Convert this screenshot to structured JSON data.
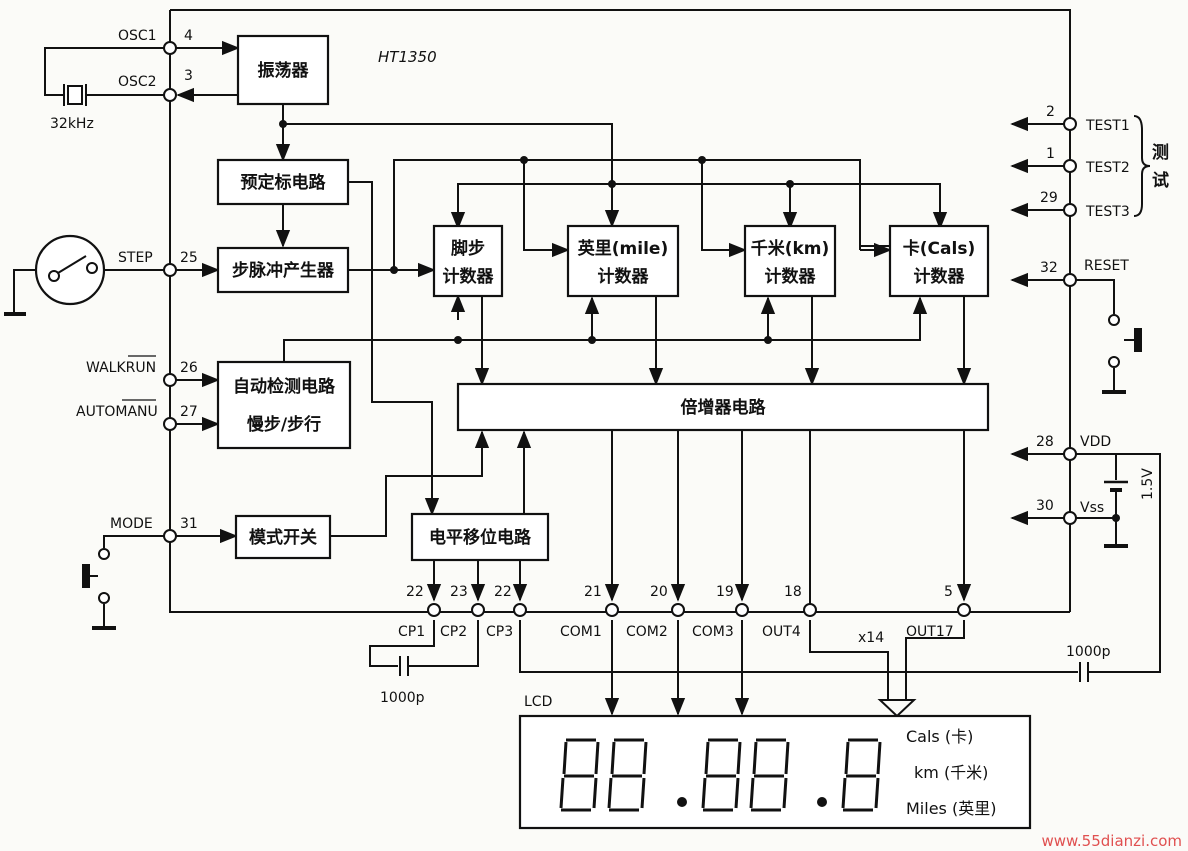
{
  "chip": "HT1350",
  "blocks": {
    "oscillator": "振荡器",
    "prescaler": "预定标电路",
    "step_pulse": "步脉冲产生器",
    "auto_detect_l1": "自动检测电路",
    "auto_detect_l2": "慢步/步行",
    "mode_switch": "模式开关",
    "level_shift": "电平移位电路",
    "multiplier": "倍增器电路",
    "step_counter_l1": "脚步",
    "step_counter_l2": "计数器",
    "mile_counter_l1": "英里(mile)",
    "mile_counter_l2": "计数器",
    "km_counter_l1": "千米(km)",
    "km_counter_l2": "计数器",
    "cal_counter_l1": "卡(Cals)",
    "cal_counter_l2": "计数器"
  },
  "pins_left": {
    "osc1": "OSC1",
    "osc1_num": "4",
    "osc2": "OSC2",
    "osc2_num": "3",
    "crystal": "32kHz",
    "step": "STEP",
    "step_num": "25",
    "walkrun": "WALKRUN",
    "walkrun_num": "26",
    "automanu": "AUTOMANU",
    "automanu_num": "27",
    "mode": "MODE",
    "mode_num": "31"
  },
  "pins_right": {
    "test1": "TEST1",
    "test1_num": "2",
    "test2": "TEST2",
    "test2_num": "1",
    "test3": "TEST3",
    "test3_num": "29",
    "test_label_1": "测",
    "test_label_2": "试",
    "reset": "RESET",
    "reset_num": "32",
    "vdd": "VDD",
    "vdd_num": "28",
    "vss": "Vss",
    "vss_num": "30",
    "battery": "1.5V"
  },
  "pins_bottom": {
    "cp1": "CP1",
    "cp1_num": "22",
    "cp2": "CP2",
    "cp2_num": "23",
    "cp3": "CP3",
    "cp3_num": "22",
    "com1": "COM1",
    "com1_num": "21",
    "com2": "COM2",
    "com2_num": "20",
    "com3": "COM3",
    "com3_num": "19",
    "out4": "OUT4",
    "out4_num": "18",
    "out17": "OUT17",
    "out17_num": "5",
    "x14": "x14",
    "cap_left": "1000p",
    "cap_right": "1000p"
  },
  "lcd": {
    "label": "LCD",
    "cals": "Cals  (卡)",
    "km": "km  (千米)",
    "miles": "Miles (英里)"
  },
  "watermark": "www.55dianzi.com"
}
